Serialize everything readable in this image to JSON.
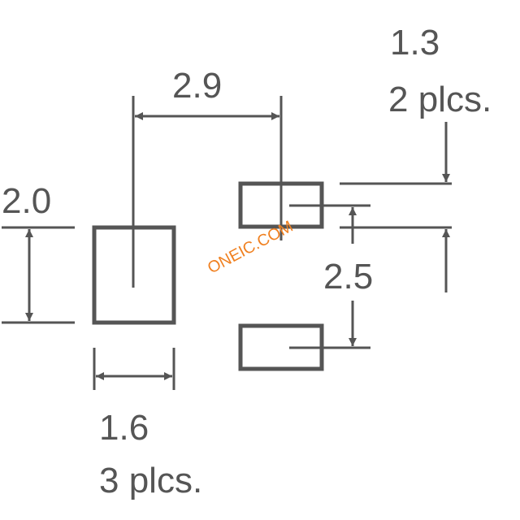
{
  "colors": {
    "ink": "#555555",
    "watermark": "#f08020",
    "background": "#ffffff"
  },
  "dimensions": {
    "pad_pitch": "2.9",
    "small_pad_size": "1.3",
    "small_pad_qty": "2 plcs.",
    "large_pad_height": "2.0",
    "small_pad_gap": "2.5",
    "pad_width": "1.6",
    "pad_width_qty": "3 plcs."
  },
  "watermark": "ONEIC.COM"
}
